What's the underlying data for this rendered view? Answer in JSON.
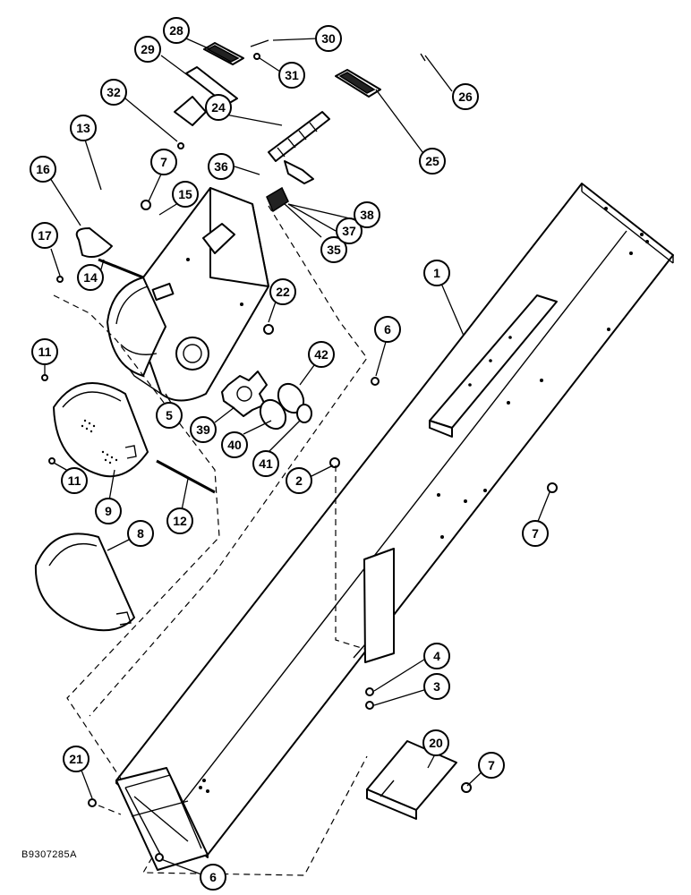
{
  "diagram": {
    "drawing_id": "B9307285A",
    "callouts": [
      "1",
      "2",
      "3",
      "4",
      "5",
      "6",
      "6",
      "7",
      "7",
      "7",
      "8",
      "9",
      "11",
      "11",
      "12",
      "13",
      "14",
      "15",
      "16",
      "17",
      "20",
      "21",
      "22",
      "24",
      "25",
      "26",
      "28",
      "29",
      "30",
      "31",
      "32",
      "35",
      "36",
      "37",
      "38",
      "39",
      "40",
      "41",
      "42"
    ]
  }
}
